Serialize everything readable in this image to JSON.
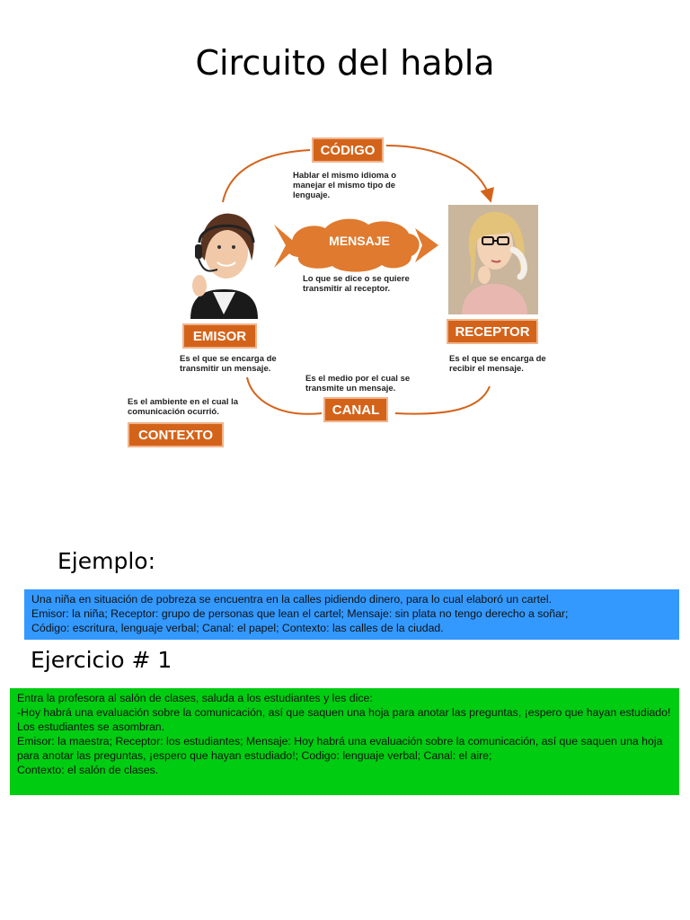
{
  "title": "Circuito del habla",
  "diagram": {
    "codigo": {
      "label": "CÓDIGO",
      "desc": [
        "Hablar el mismo idioma o",
        "manejar el mismo tipo de",
        "lenguaje."
      ]
    },
    "mensaje": {
      "label": "MENSAJE",
      "desc": [
        "Lo que se dice o se quiere",
        "transmitir al receptor."
      ]
    },
    "emisor": {
      "label": "EMISOR",
      "desc": [
        "Es el que se encarga de",
        "transmitir un mensaje."
      ]
    },
    "receptor": {
      "label": "RECEPTOR",
      "desc": [
        "Es el que se encarga de",
        "recibir el mensaje."
      ]
    },
    "canal": {
      "label": "CANAL",
      "desc": [
        "Es el medio por el cual se",
        "transmite un mensaje."
      ]
    },
    "contexto": {
      "label": "CONTEXTO",
      "desc": [
        "Es el ambiente en el cual la",
        "comunicación ocurrió."
      ]
    },
    "colors": {
      "box": "#d4631a",
      "arrow": "#d4631a",
      "cloud": "#e07a2e"
    },
    "icons": [
      "woman-headset-photo",
      "woman-phone-photo"
    ]
  },
  "example": {
    "heading": "Ejemplo:",
    "lines": [
      "Una niña en situación de pobreza se encuentra en la calles pidiendo dinero, para lo cual elaboró un cartel.",
      "Emisor: la niña; Receptor: grupo de personas que lean el cartel; Mensaje: sin plata no tengo derecho a soñar;",
      "Código: escritura, lenguaje verbal; Canal: el papel; Contexto: las calles de la ciudad."
    ],
    "bg": "#3399ff"
  },
  "exercise": {
    "heading": "Ejercicio # 1",
    "lines": [
      "Entra la profesora al salón de clases, saluda a los estudiantes y les dice:",
      "-Hoy habrá una evaluación sobre la comunicación, así que saquen una hoja para anotar las preguntas, ¡espero que hayan estudiado!",
      "Los estudiantes se asombran.",
      "Emisor: la maestra; Receptor: los estudiantes; Mensaje: Hoy habrá una evaluación sobre la comunicación, así que saquen una hoja para anotar las preguntas, ¡espero que hayan estudiado!; Codigo: lenguaje verbal; Canal: el aire;",
      "Contexto: el salón de clases."
    ],
    "bg": "#00cc11"
  }
}
